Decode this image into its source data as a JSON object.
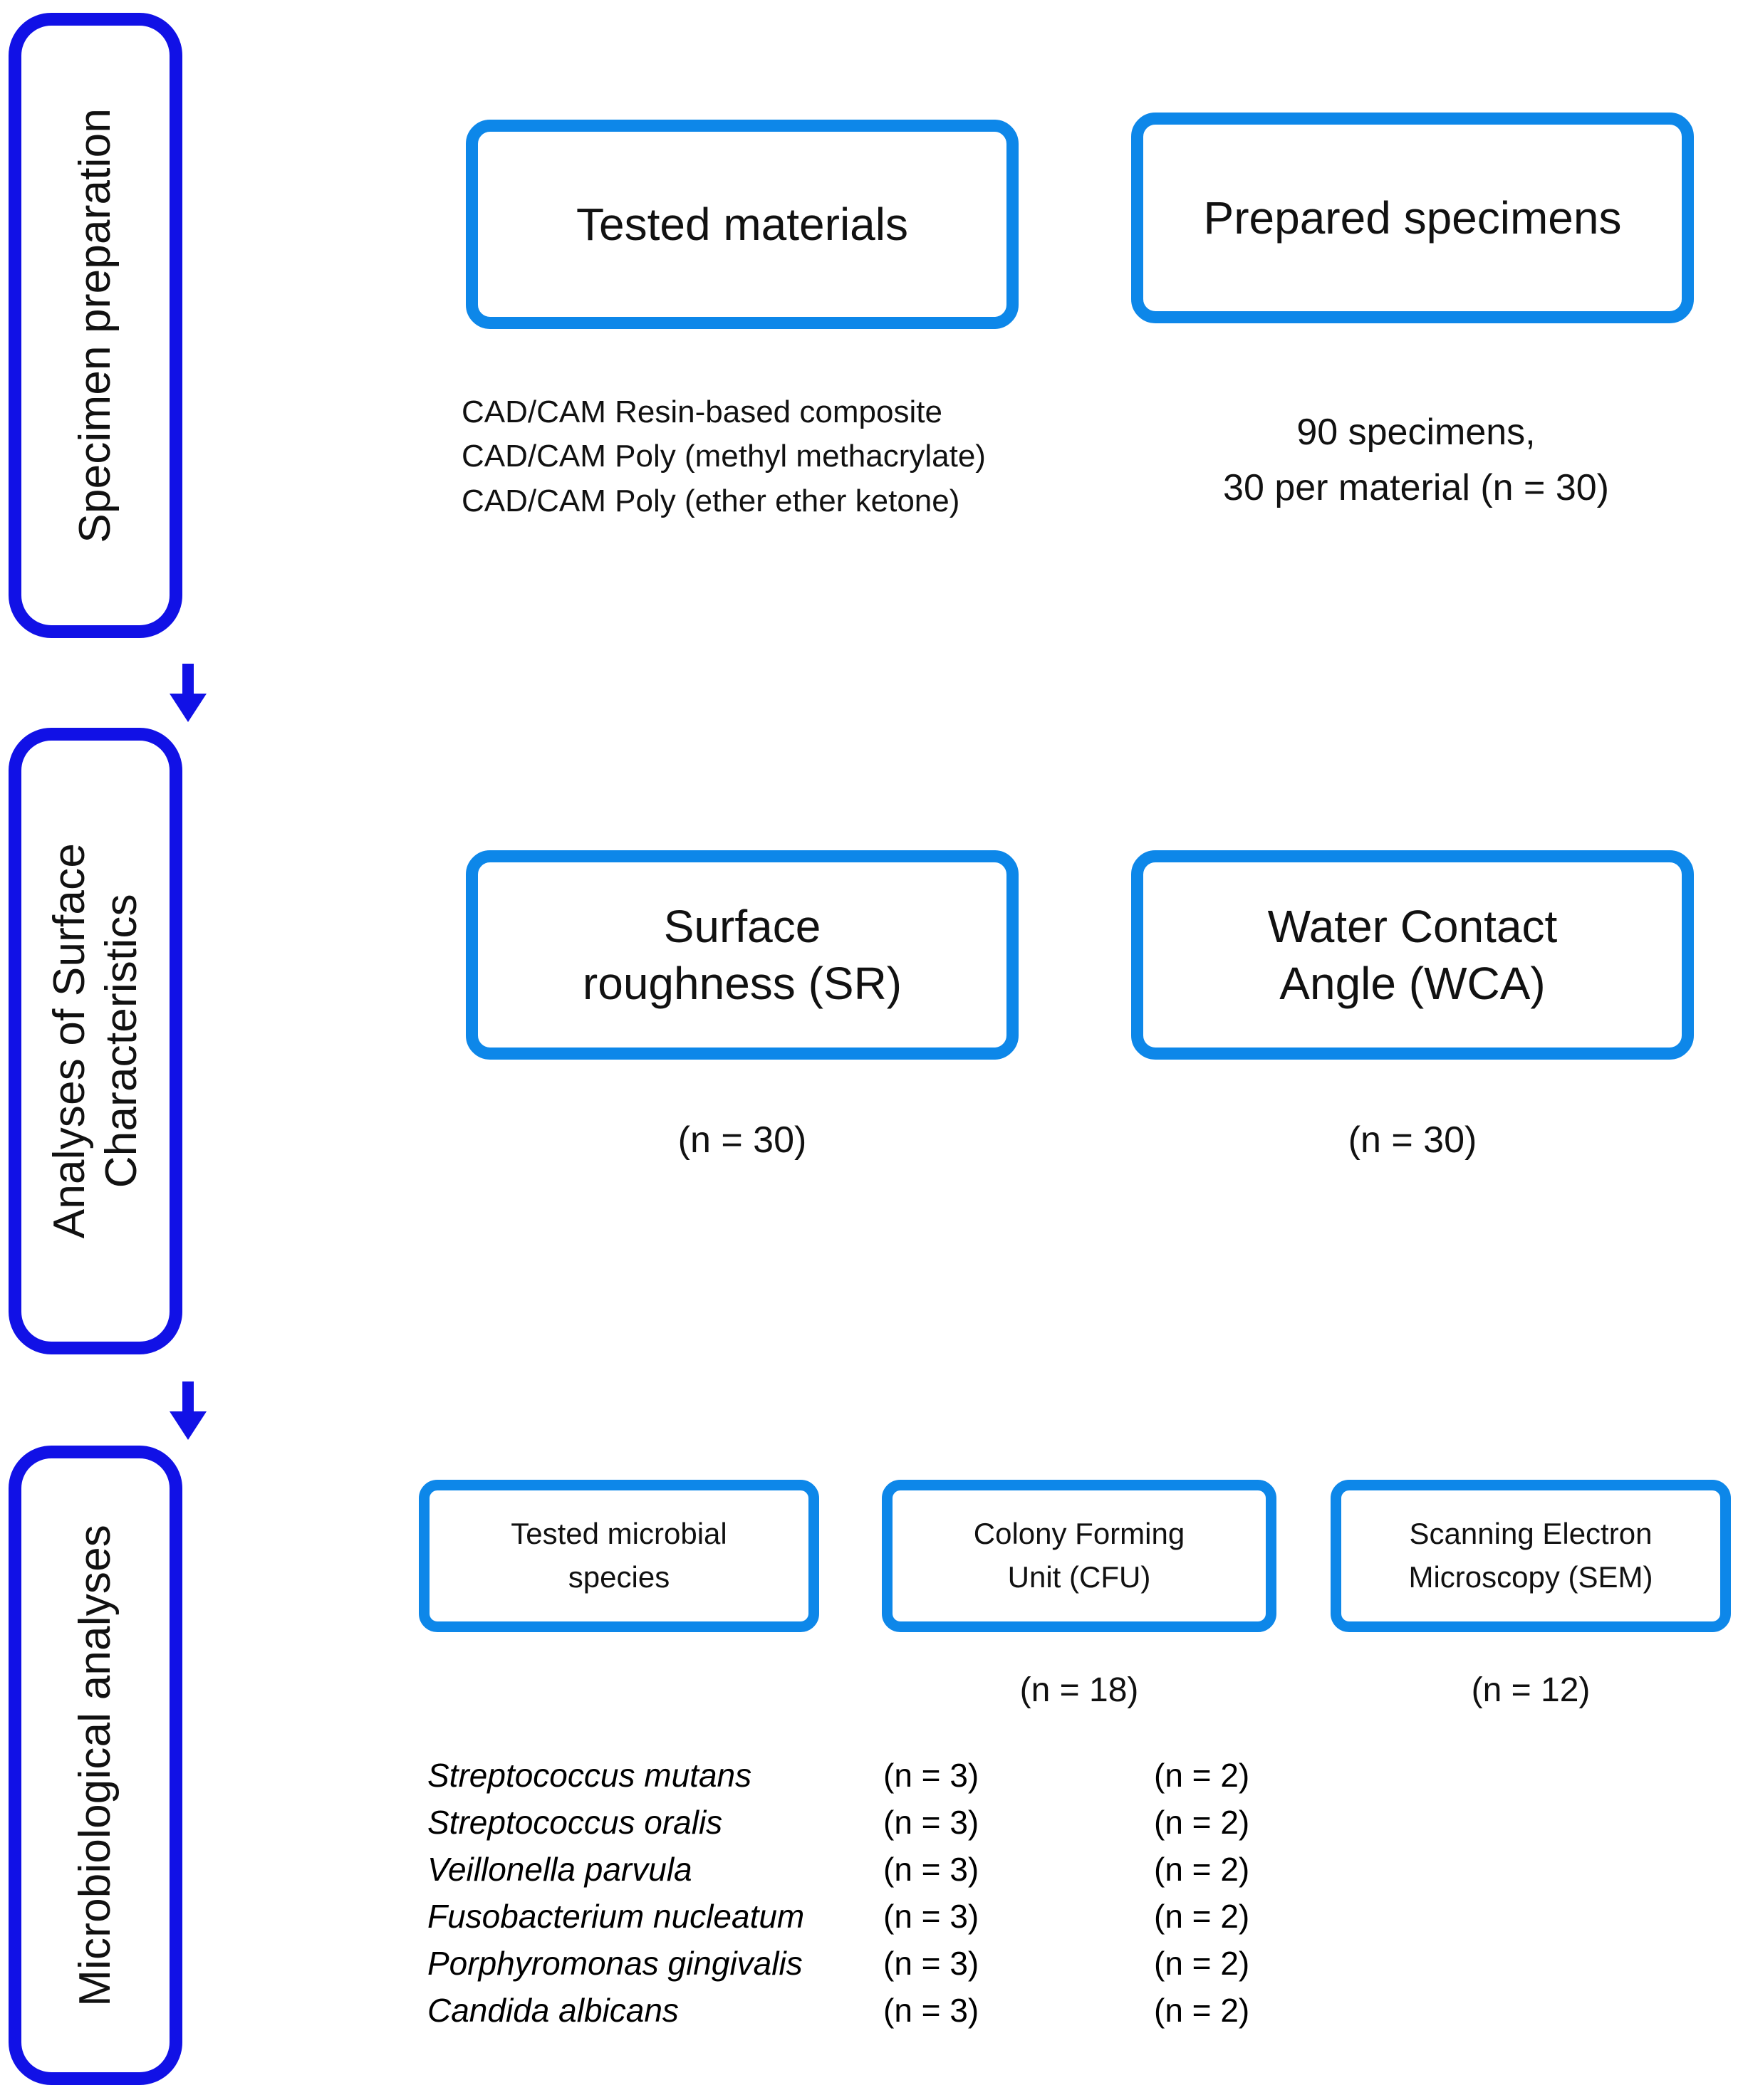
{
  "colors": {
    "dark_blue": "#1111e6",
    "light_blue": "#0d87e9",
    "text": "#111111",
    "background": "#ffffff"
  },
  "phases": [
    {
      "label": "Specimen preparation"
    },
    {
      "label": "Analyses of Surface\nCharacteristics"
    },
    {
      "label": "Microbiological analyses"
    }
  ],
  "row1": {
    "tested_materials": {
      "box_label": "Tested materials",
      "caption": "CAD/CAM Resin-based composite\nCAD/CAM Poly (methyl methacrylate)\nCAD/CAM Poly (ether ether ketone)"
    },
    "prepared_specimens": {
      "box_label": "Prepared specimens",
      "caption": "90 specimens,\n30 per material (n = 30)"
    }
  },
  "row2": {
    "surface_roughness": {
      "box_label": "Surface\nroughness (SR)",
      "caption": "(n = 30)"
    },
    "water_contact_angle": {
      "box_label": "Water Contact\nAngle (WCA)",
      "caption": "(n = 30)"
    }
  },
  "row3": {
    "tested_species": {
      "box_label": "Tested microbial\nspecies"
    },
    "cfu": {
      "box_label": "Colony Forming\nUnit (CFU)",
      "total": "(n = 18)"
    },
    "sem": {
      "box_label": "Scanning Electron\nMicroscopy (SEM)",
      "total": "(n = 12)"
    },
    "species": [
      {
        "name": "Streptococcus mutans",
        "cfu": "(n = 3)",
        "sem": "(n = 2)"
      },
      {
        "name": "Streptococcus oralis",
        "cfu": "(n = 3)",
        "sem": "(n = 2)"
      },
      {
        "name": "Veillonella parvula",
        "cfu": "(n = 3)",
        "sem": "(n = 2)"
      },
      {
        "name": "Fusobacterium nucleatum",
        "cfu": "(n = 3)",
        "sem": "(n = 2)"
      },
      {
        "name": "Porphyromonas gingivalis",
        "cfu": "(n = 3)",
        "sem": "(n = 2)"
      },
      {
        "name": "Candida albicans",
        "cfu": "(n = 3)",
        "sem": "(n = 2)"
      }
    ]
  },
  "arrows": [
    {
      "name": "arrow-phase1-to-phase2"
    },
    {
      "name": "arrow-phase2-to-phase3"
    }
  ]
}
